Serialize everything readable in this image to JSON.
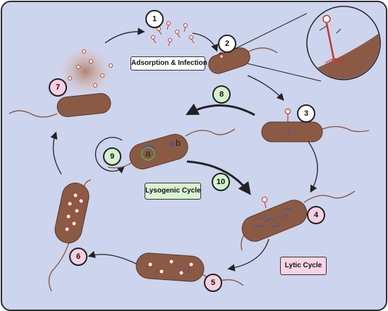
{
  "labels": {
    "adsorption": "Adsorption & Infection",
    "lysogenic": "Lysogenic Cycle",
    "lytic": "Lytic Cycle",
    "gene_a": "a",
    "gene_b": "b"
  },
  "steps": [
    "1",
    "2",
    "3",
    "4",
    "5",
    "6",
    "7",
    "8",
    "9",
    "10"
  ],
  "colors": {
    "background": "#cdd4ed",
    "bacterium": "#8b5a44",
    "lysogenic_badge": "#d4f2cd",
    "lytic_badge": "#f9cfe0",
    "phage_tail": "#c0392b",
    "arrow": "#222222"
  }
}
